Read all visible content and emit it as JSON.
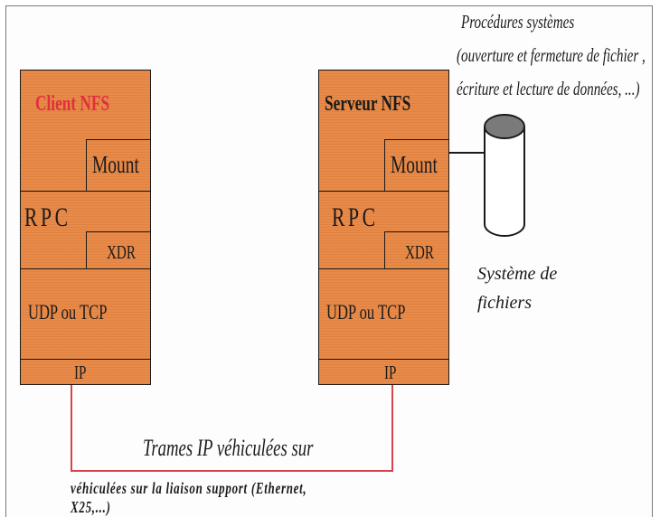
{
  "client": {
    "title": "Client NFS",
    "mount": "Mount",
    "rpc": "RPC",
    "xdr": "XDR",
    "transport": "UDP ou TCP",
    "ip": "IP"
  },
  "server": {
    "title": "Serveur NFS",
    "mount": "Mount",
    "rpc": "RPC",
    "xdr": "XDR",
    "transport": "UDP ou TCP",
    "ip": "IP"
  },
  "procedures": {
    "line1": "Procédures systèmes",
    "line2": "(ouverture et fermeture de fichier ,",
    "line3": "écriture et lecture de données, ...)"
  },
  "filesystem": {
    "line1": "Système de",
    "line2": "fichiers"
  },
  "link_label": "Trames IP véhiculées sur",
  "footnote": {
    "line1": "véhiculées sur la liaison support (Ethernet,",
    "line2": "X25,...)"
  },
  "colors": {
    "layer_fill": "#e88a48",
    "client_title": "#e0303c",
    "wire": "#d9434e",
    "cylinder_top": "#7a7a7a"
  }
}
